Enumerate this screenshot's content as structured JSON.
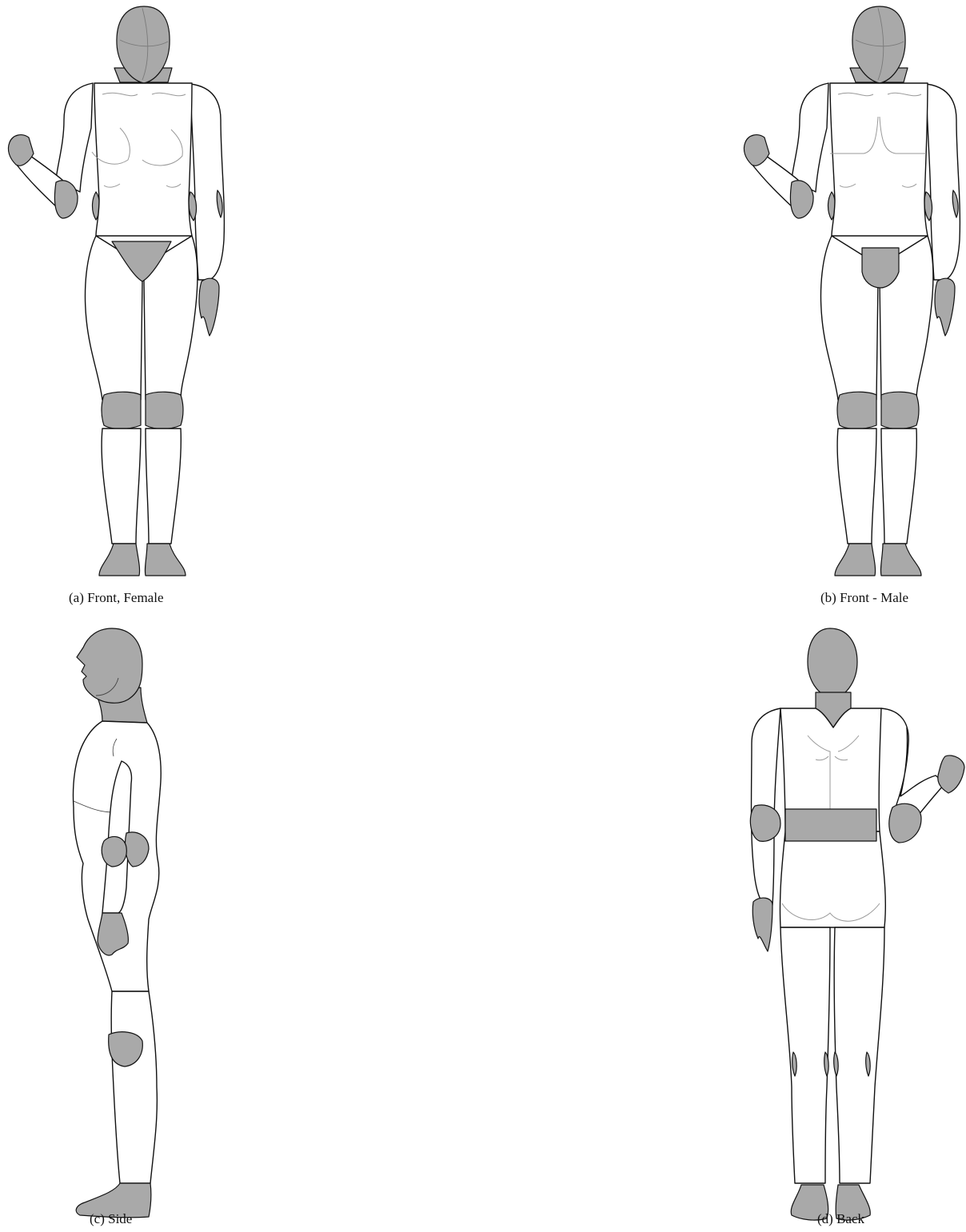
{
  "figure": {
    "panels": [
      {
        "id": "a",
        "caption": "(a) Front, Female"
      },
      {
        "id": "b",
        "caption": "(b) Front - Male"
      },
      {
        "id": "c",
        "caption": "(c) Side"
      },
      {
        "id": "d",
        "caption": "(d) Back"
      }
    ]
  },
  "colors": {
    "shaded": "#a9a9a9",
    "outline": "#111111",
    "background": "#ffffff"
  }
}
